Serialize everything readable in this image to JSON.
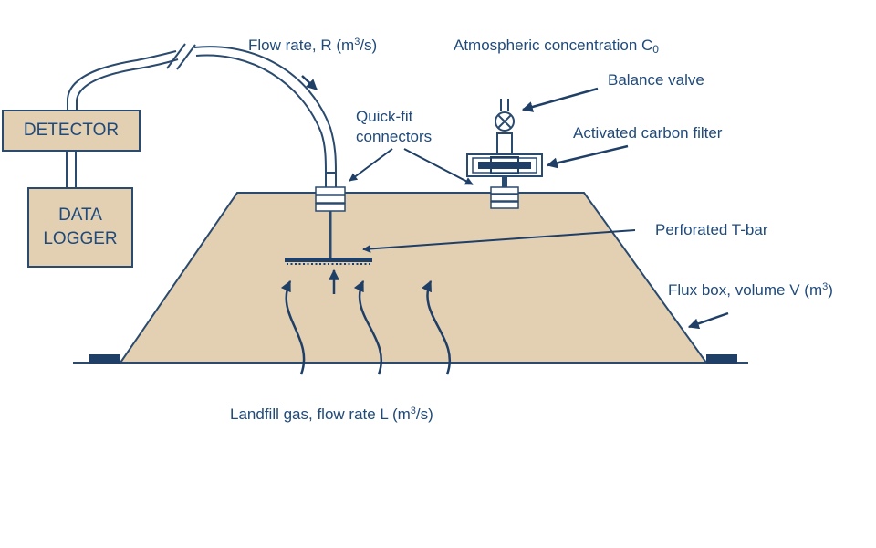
{
  "labels": {
    "flow_rate_prefix": "Flow rate, R (m",
    "flow_rate_exp": "3",
    "flow_rate_suffix": "/s)",
    "atmospheric_prefix": "Atmospheric concentration C",
    "atmospheric_sub": "0",
    "balance_valve": "Balance valve",
    "quick_fit_line1": "Quick-fit",
    "quick_fit_line2": "connectors",
    "carbon_filter": "Activated carbon filter",
    "t_bar": "Perforated T-bar",
    "flux_box_prefix": "Flux box, volume V (m",
    "flux_box_exp": "3",
    "flux_box_suffix": ")",
    "landfill_prefix": "Landfill gas, flow rate L (m",
    "landfill_exp": "3",
    "landfill_suffix": "/s)"
  },
  "boxes": {
    "detector": "DETECTOR",
    "data_logger_line1": "DATA",
    "data_logger_line2": "LOGGER"
  },
  "colors": {
    "fill": "#e3cfb2",
    "stroke": "#2a4a6e",
    "text": "#1f4a7a",
    "footing": "#1f3f66"
  }
}
